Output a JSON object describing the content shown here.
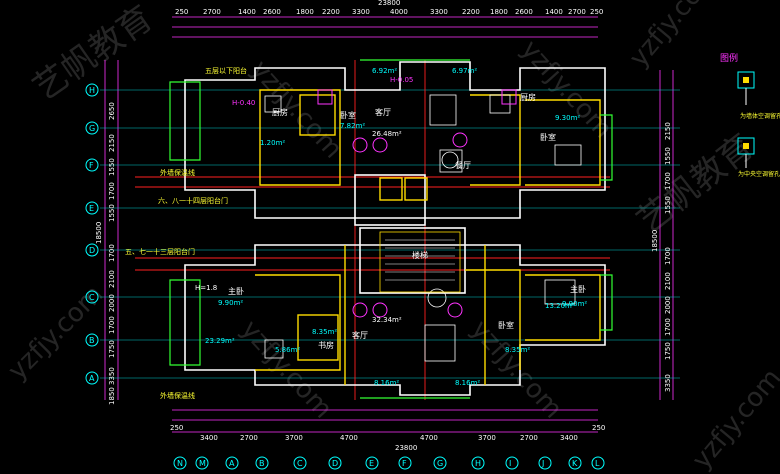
{
  "dims": {
    "top": [
      "250",
      "2700",
      "1400",
      "2600",
      "1800",
      "2200",
      "3300",
      "4000",
      "3300",
      "2200",
      "1800",
      "2600",
      "1400",
      "2700",
      "250"
    ],
    "top_total": "23800",
    "bottom": [
      "250",
      "3400",
      "2700",
      "3700",
      "4700",
      "4700",
      "3700",
      "2700",
      "3400",
      "250"
    ],
    "bottom_total": "23800",
    "left": [
      "2650",
      "2150",
      "1550",
      "1700",
      "1550",
      "18500",
      "1700",
      "2100",
      "2000",
      "1700",
      "1750",
      "3350",
      "1850"
    ],
    "right": [
      "2150",
      "1550",
      "1700",
      "1550",
      "18500",
      "1700",
      "2100",
      "2000",
      "1700",
      "1750",
      "3350"
    ]
  },
  "axis_labels": {
    "left": [
      "H",
      "G",
      "F",
      "E",
      "D",
      "C",
      "B",
      "A"
    ],
    "bottom": [
      "A",
      "B",
      "C",
      "D",
      "E",
      "F",
      "G",
      "H",
      "I",
      "J",
      "K",
      "L",
      "M",
      "N"
    ]
  },
  "rooms": [
    {
      "id": "kitchen-a",
      "name": "厨房"
    },
    {
      "id": "bed-1",
      "name": "卧室",
      "area": "7.82m²"
    },
    {
      "id": "living-top",
      "name": "客厅",
      "area": "26.48m²"
    },
    {
      "id": "dining-top",
      "name": "餐厅"
    },
    {
      "id": "bed-2",
      "name": "卧室",
      "area": "9.30m²"
    },
    {
      "id": "kitchen-b",
      "name": "厨房"
    },
    {
      "id": "living-bottom",
      "name": "客厅",
      "area": "32.34m²"
    },
    {
      "id": "study",
      "name": "书房",
      "area": "8.35m²"
    },
    {
      "id": "master",
      "name": "主卧",
      "area": "9.90m²"
    },
    {
      "id": "master-r",
      "name": "主卧",
      "area": "9.90m²"
    },
    {
      "id": "bed-3",
      "name": "卧室",
      "area": "8.35m²"
    },
    {
      "id": "stair",
      "name": "楼梯"
    }
  ],
  "annotations": [
    "五层以下阳台",
    "外墙保温线",
    "外墙保温线",
    "六、八一十四层阳台门",
    "五、七一十三层阳台门",
    "H-0.40",
    "H-0.05",
    "6.92m²",
    "6.97m²",
    "8.16m²",
    "8.16m²",
    "H=1.8",
    "1.20m²",
    "13.20m²",
    "23.29m²",
    "5.86m²"
  ],
  "legend": {
    "title": "图例",
    "items": [
      "为墙体空调留孔",
      "为中央空调留孔"
    ]
  },
  "watermark": "yzfjy.com",
  "watermark_cn": "艺帆教育"
}
